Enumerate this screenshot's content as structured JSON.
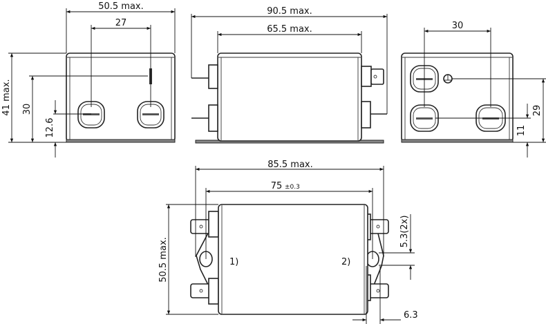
{
  "front_view": {
    "width": "50.5 max.",
    "terminal_spacing": "27",
    "height": "41 max.",
    "ground_height": "30",
    "terminal_height": "12.6"
  },
  "side_view": {
    "overall_length": "90.5 max.",
    "body_length": "65.5 max."
  },
  "rear_view": {
    "terminal_spacing": "30",
    "ground_height": "29",
    "terminal_height": "11"
  },
  "top_view": {
    "overall_length": "85.5 max.",
    "mount_spacing": "75",
    "mount_tolerance": "±0.3",
    "depth": "50.5 max.",
    "hole_size": "5.3(2x)",
    "tab_width": "6.3",
    "note_1": "1)",
    "note_2": "2)"
  }
}
